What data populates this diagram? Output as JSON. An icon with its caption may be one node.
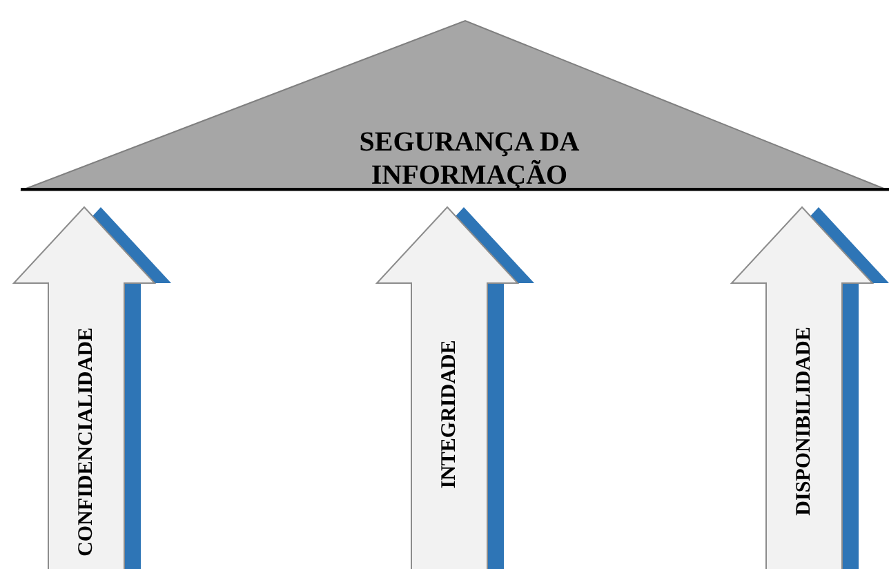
{
  "diagram": {
    "nodes": [
      {
        "text": [
          "SEGURANÇA DA INFORMAÇÃO"
        ]
      },
      {
        "text": [
          "CONFIDENCIALIDADE"
        ]
      },
      {
        "text": [
          "INTEGRIDADE"
        ]
      },
      {
        "text": [
          "DISPONIBILIDADE"
        ]
      }
    ],
    "edges": []
  }
}
